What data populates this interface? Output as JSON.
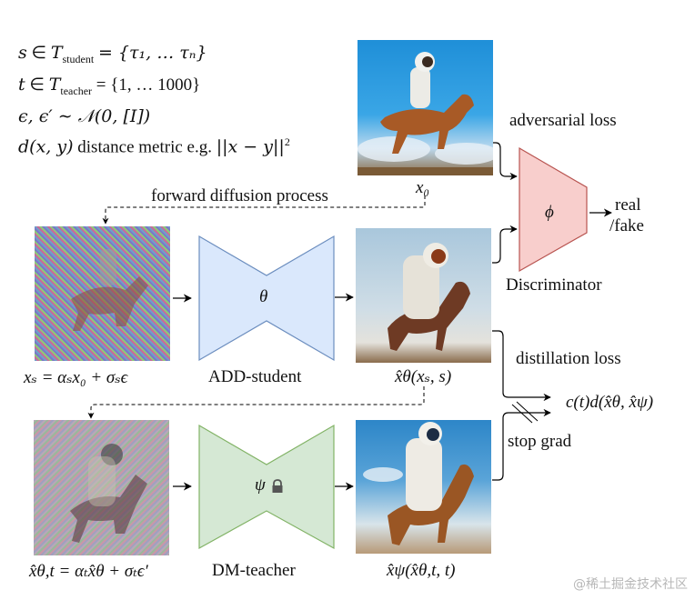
{
  "definitions": {
    "line1": {
      "var": "s",
      "set": "T",
      "sub": "student",
      "rhs": "= {τ₁, … τₙ}"
    },
    "line2": {
      "var": "t",
      "set": "T",
      "sub": "teacher",
      "rhs": "= {1, … 1000}"
    },
    "line3": {
      "text": "ϵ, ϵ′ ∼ 𝒩(0, [I])"
    },
    "line4": {
      "lhs": "d(x, y)",
      "desc": "distance metric e.g.",
      "rhs": "||x − y||",
      "sub": "2",
      "sup": "2"
    }
  },
  "labels": {
    "x0": "x₀",
    "forward_diffusion": "forward diffusion process",
    "adversarial_loss": "adversarial loss",
    "discriminator_symbol": "ϕ",
    "discriminator": "Discriminator",
    "real_fake_1": "real",
    "real_fake_2": "/fake",
    "student_symbol": "θ",
    "student_name": "ADD-student",
    "xs_eq": "xₛ = αₛx₀ + σₛϵ",
    "student_out": "x̂θ(xₛ, s)",
    "distillation_loss": "distillation loss",
    "loss_expr": "c(t)d(x̂θ, x̂ψ)",
    "stop_grad": "stop grad",
    "teacher_symbol": "ψ",
    "teacher_name": "DM-teacher",
    "xt_eq": "x̂θ,t = αₜx̂θ + σₜϵ′",
    "teacher_out": "x̂ψ(x̂θ,t, t)"
  },
  "images": {
    "x0": "astronaut riding horse (clean sample)",
    "xs": "noised sample (student input)",
    "student_output": "student generated astronaut on horse",
    "xt": "noised student output (teacher input)",
    "teacher_output": "teacher denoised astronaut on horse"
  },
  "colors": {
    "discriminator_fill": "#f8cecc",
    "discriminator_stroke": "#b85450",
    "student_fill": "#dae8fc",
    "student_stroke": "#6c8ebf",
    "teacher_fill": "#d5e8d4",
    "teacher_stroke": "#82b366",
    "lock": "#555555"
  },
  "watermark": "@稀土掘金技术社区"
}
